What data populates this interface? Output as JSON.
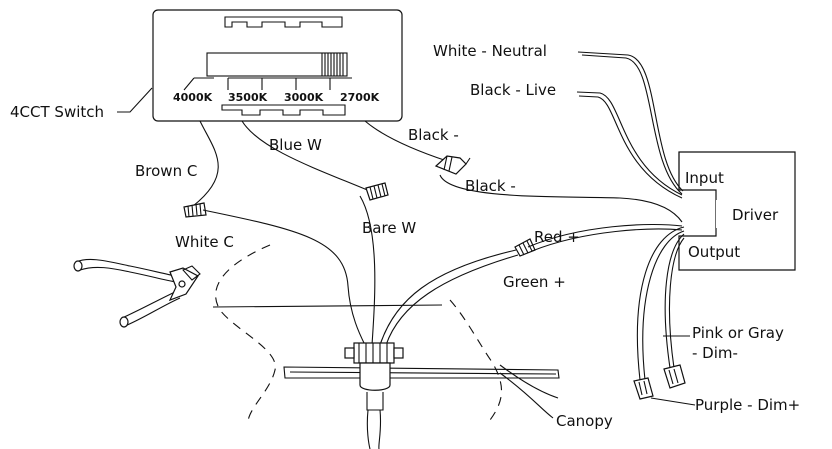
{
  "switch": {
    "label": "4CCT Switch",
    "positions": [
      "4000K",
      "3500K",
      "3000K",
      "2700K"
    ]
  },
  "driver": {
    "name": "Driver",
    "input_label": "Input",
    "output_label": "Output"
  },
  "input_wires": [
    "White - Neutral",
    "Black - Live"
  ],
  "switch_wires": {
    "brown": "Brown C",
    "blue": "Blue W",
    "black_switch": "Black -",
    "black_driver": "Black -"
  },
  "fixture_wires": {
    "white": "White  C",
    "bare": "Bare W",
    "red": "Red +",
    "green": "Green +"
  },
  "dim_wires": {
    "pink_gray_line1": "Pink or Gray",
    "pink_gray_line2": "- Dim-",
    "purple": "Purple - Dim+"
  },
  "canopy_label": "Canopy",
  "icons": [
    "wire-nut-icon",
    "wire-cutter-icon",
    "crimp-connector-icon"
  ]
}
